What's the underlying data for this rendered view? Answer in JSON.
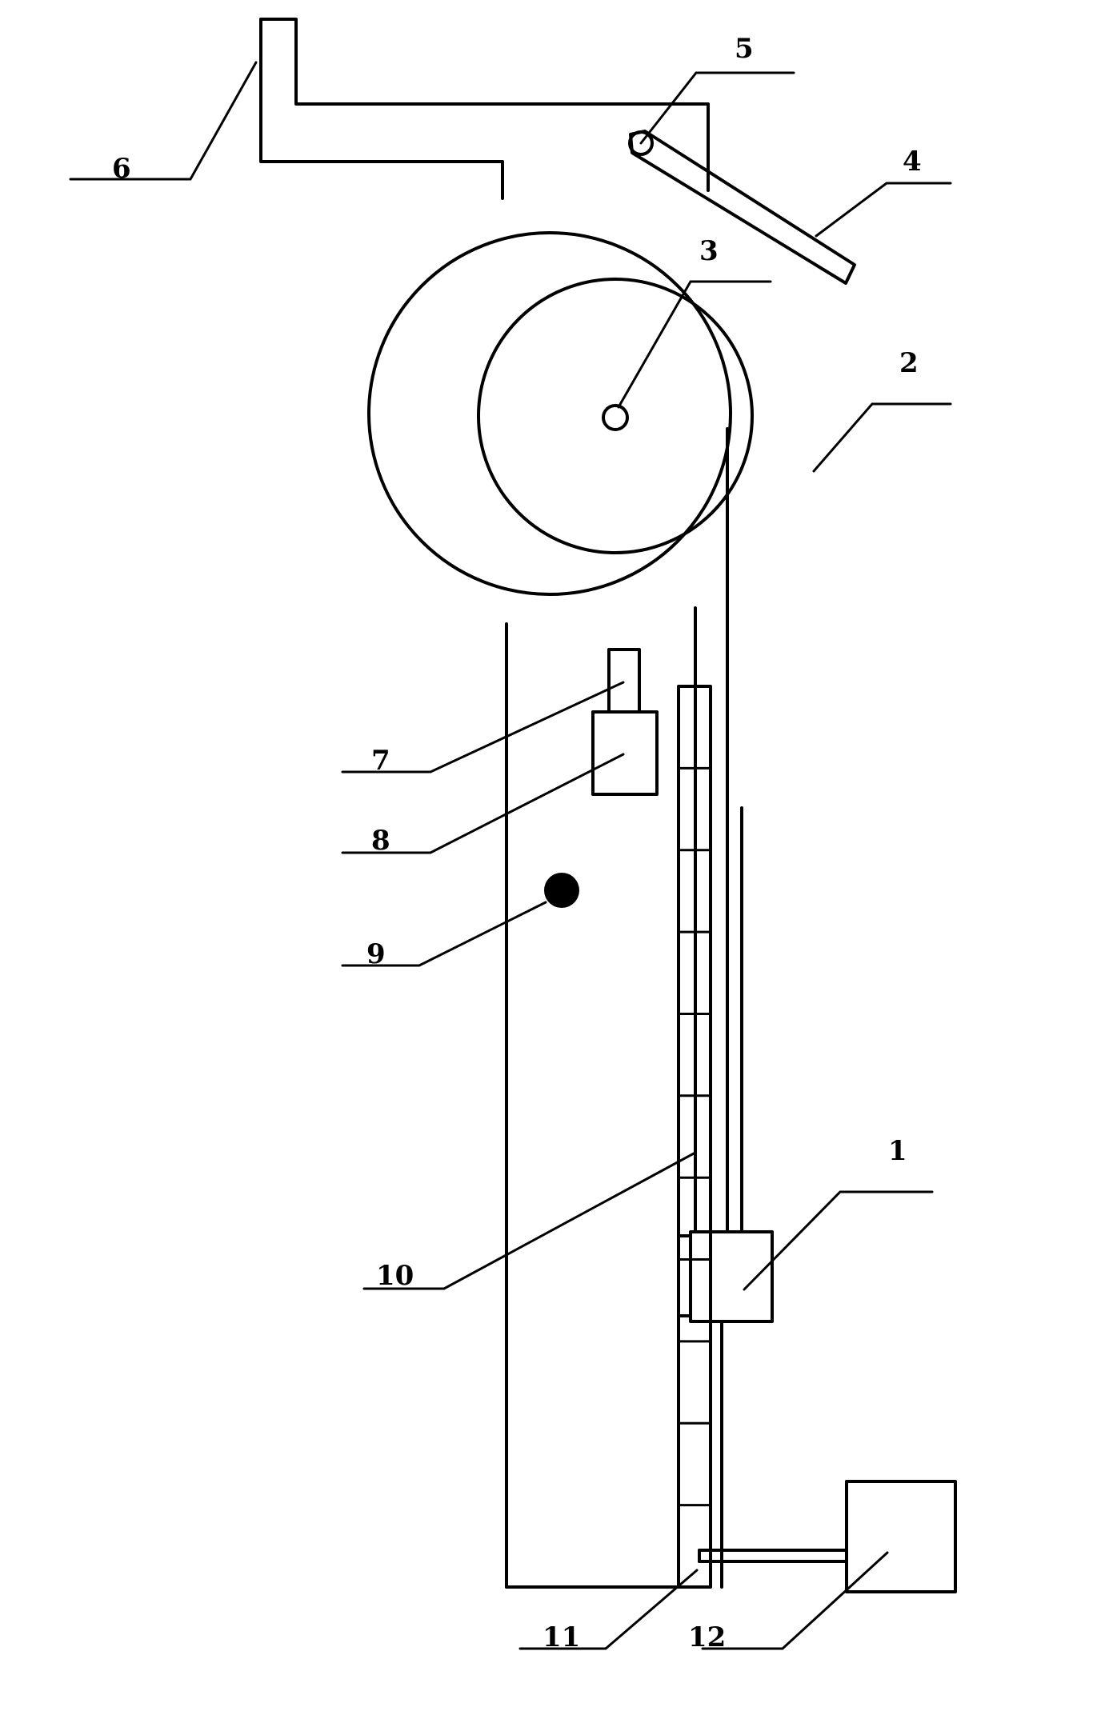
{
  "diagram": {
    "labels": {
      "l1": "1",
      "l2": "2",
      "l3": "3",
      "l4": "4",
      "l5": "5",
      "l6": "6",
      "l7": "7",
      "l8": "8",
      "l9": "9",
      "l10": "10",
      "l11": "11",
      "l12": "12"
    },
    "ruler_segments": 11
  }
}
